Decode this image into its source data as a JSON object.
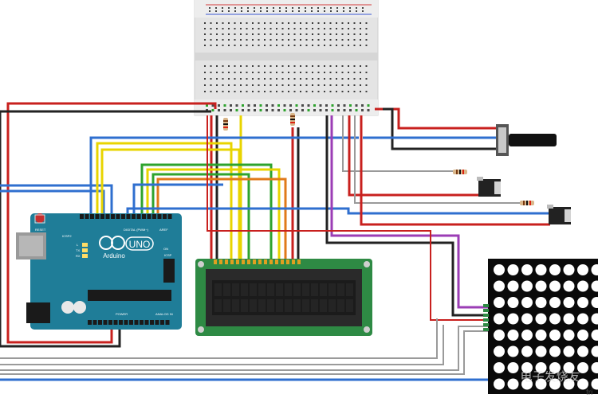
{
  "arduino": {
    "logo_text": "UNO",
    "brand_text": "Arduino",
    "reset_label": "RESET",
    "icsp2_label": "ICSP2",
    "icsp_label": "ICSP",
    "digital_label": "DIGITAL (PWM~)",
    "aref_label": "AREF",
    "power_label": "POWER",
    "analog_label": "ANALOG IN",
    "led_l_label": "L",
    "led_tx_label": "TX",
    "led_rx_label": "RX",
    "on_label": "ON"
  },
  "watermark": {
    "text": "fri",
    "brand_text": "电子发烧友"
  },
  "colors": {
    "wire_red": "#c8201e",
    "wire_black": "#222222",
    "wire_blue": "#2f6fcf",
    "wire_yellow": "#e8d400",
    "wire_green": "#2ea32e",
    "wire_orange": "#e07a1a",
    "wire_purple": "#9b3db5",
    "wire_gray": "#9a9a9a",
    "arduino_board": "#1f7d98",
    "lcd_body": "#2e8a44",
    "lcd_screen": "#1b1b1b"
  }
}
